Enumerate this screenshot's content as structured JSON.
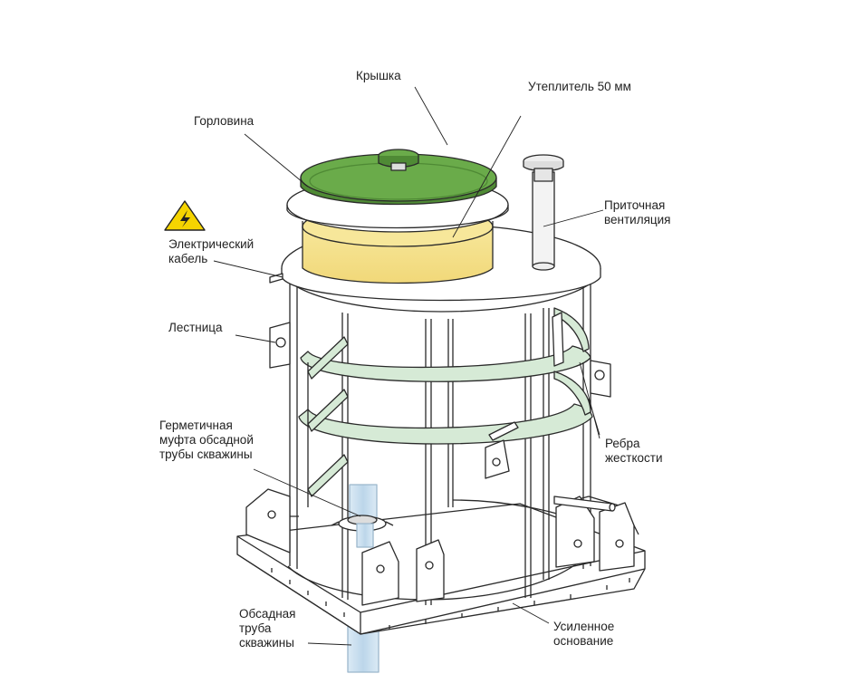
{
  "labels": {
    "lid": "Крышка",
    "insulation": "Утеплитель 50 мм",
    "neck": "Горловина",
    "vent": "Приточная\nвентиляция",
    "cable": "Электрический\nкабель",
    "ladder": "Лестница",
    "coupling": "Герметичная\nмуфта обсадной\nтрубы скважины",
    "ribs": "Ребра\nжесткости",
    "casing": "Обсадная\nтруба\nскважины",
    "base": "Усиленное\nоснование"
  },
  "colors": {
    "lid": "#6aab4a",
    "lid_dark": "#4f8a35",
    "insulation": "#f4e08a",
    "ring": "#d6ead6",
    "pipe": "#cfe3f1",
    "warning": "#f5d400",
    "line": "#222222"
  },
  "icons": {
    "warning": "high-voltage-warning-icon"
  }
}
